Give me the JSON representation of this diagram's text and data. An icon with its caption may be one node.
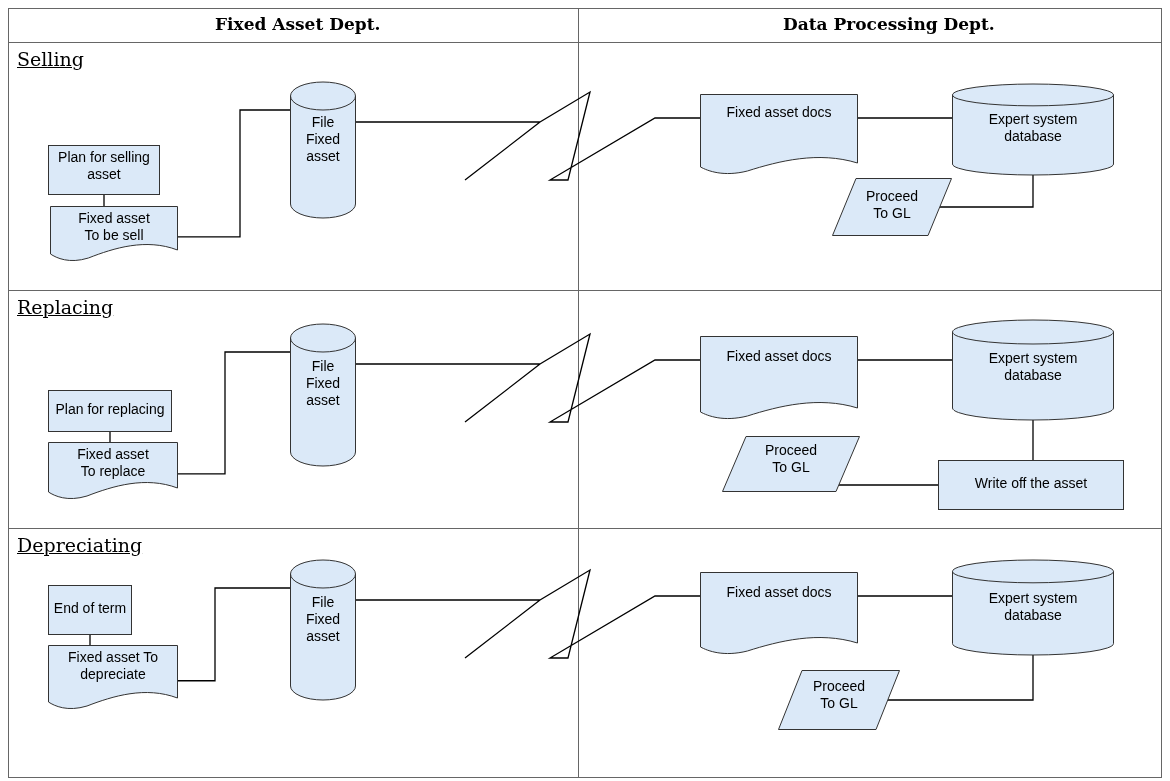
{
  "diagram": {
    "nodes": [
      {
        "text": [
          "Plan for selling asset"
        ]
      },
      {
        "text": [
          "Fixed asset To be sell"
        ]
      },
      {
        "text": [
          "File Fixed asset"
        ]
      },
      {
        "text": [
          "Fixed asset docs"
        ]
      },
      {
        "text": [
          "Expert system database"
        ]
      },
      {
        "text": [
          "Proceed To GL"
        ]
      },
      {
        "text": [
          "Plan for replacing"
        ]
      },
      {
        "text": [
          "Fixed asset To replace"
        ]
      },
      {
        "text": [
          "File Fixed asset"
        ]
      },
      {
        "text": [
          "Fixed asset docs"
        ]
      },
      {
        "text": [
          "Expert system database"
        ]
      },
      {
        "text": [
          "Proceed To GL"
        ]
      },
      {
        "text": [
          "Write off the asset"
        ]
      },
      {
        "text": [
          "End of term"
        ]
      },
      {
        "text": [
          "Fixed asset To depreciate"
        ]
      },
      {
        "text": [
          "File Fixed asset"
        ]
      },
      {
        "text": [
          "Fixed asset docs"
        ]
      },
      {
        "text": [
          "Expert system database"
        ]
      },
      {
        "text": [
          "Proceed To GL"
        ]
      }
    ],
    "edges": [
      {
        "from": 0,
        "to": 1,
        "arrow": "none"
      },
      {
        "from": 1,
        "to": 2,
        "arrow": "none"
      },
      {
        "from": 2,
        "to": 3,
        "arrow": "none"
      },
      {
        "from": 3,
        "to": 4,
        "arrow": "none"
      },
      {
        "from": 4,
        "to": 5,
        "arrow": "none"
      },
      {
        "from": 6,
        "to": 7,
        "arrow": "none"
      },
      {
        "from": 7,
        "to": 8,
        "arrow": "none"
      },
      {
        "from": 8,
        "to": 9,
        "arrow": "none"
      },
      {
        "from": 9,
        "to": 10,
        "arrow": "none"
      },
      {
        "from": 10,
        "to": 12,
        "arrow": "none"
      },
      {
        "from": 12,
        "to": 11,
        "arrow": "none"
      },
      {
        "from": 13,
        "to": 14,
        "arrow": "none"
      },
      {
        "from": 14,
        "to": 15,
        "arrow": "none"
      },
      {
        "from": 15,
        "to": 16,
        "arrow": "none"
      },
      {
        "from": 16,
        "to": 17,
        "arrow": "none"
      },
      {
        "from": 17,
        "to": 18,
        "arrow": "none"
      }
    ],
    "labels": [
      "Fixed Asset Dept.",
      "Data Processing Dept.",
      "Selling",
      "Replacing",
      "Depreciating"
    ]
  }
}
